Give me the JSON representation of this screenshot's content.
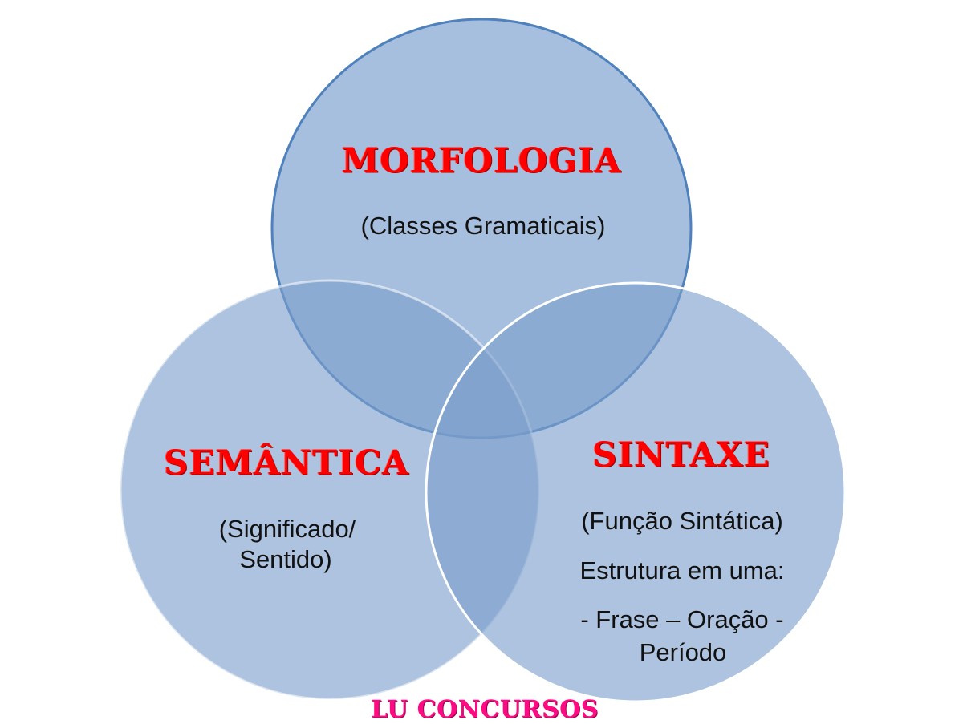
{
  "diagram": {
    "type": "venn",
    "colors": {
      "circle_fill": "#A7BFDE",
      "circle_stroke_top": "#4F81BD",
      "circle_stroke_lower": "#FFFFFF",
      "double_overlap": "#7EA0CC",
      "triple_overlap": "#6690C4",
      "title_color": "#FF0000",
      "body_text_color": "#111111",
      "brand_color": "#FF0A82"
    },
    "circles": [
      {
        "id": "morfologia",
        "title": "MORFOLOGIA",
        "lines": [
          "(Classes Gramaticais)"
        ]
      },
      {
        "id": "semantica",
        "title": "SEMÂNTICA",
        "lines": [
          "(Significado/",
          "Sentido)"
        ]
      },
      {
        "id": "sintaxe",
        "title": "SINTAXE",
        "lines": [
          "(Função Sintática)",
          "Estrutura em uma:",
          "- Frase – Oração -",
          "Período"
        ]
      }
    ]
  },
  "footer": {
    "brand": "LU CONCURSOS"
  }
}
